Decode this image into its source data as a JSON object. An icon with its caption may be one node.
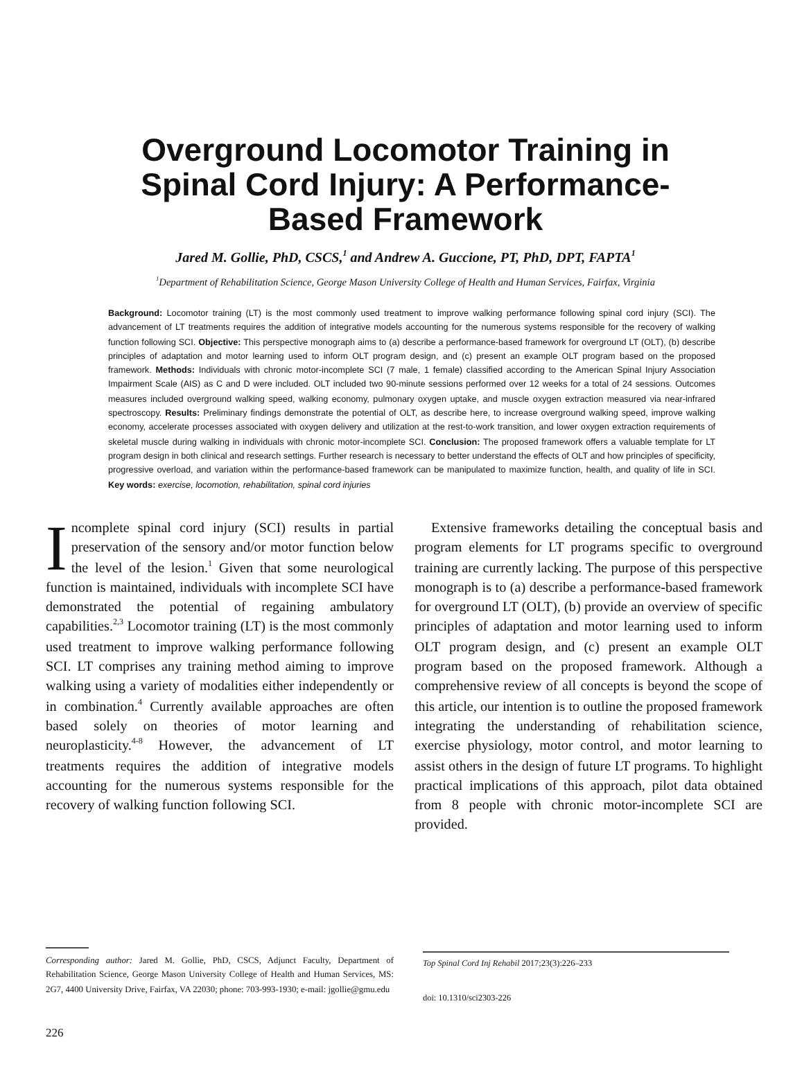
{
  "diagram": {
    "title": "Overground Locomotor Training in Spinal Cord Injury: A Performance-Based Framework",
    "labels": [
      "Jared M. Gollie, PhD, CSCS,$^{1}$ and Andrew A. Guccione, PT, PhD, DPT, FAPTA$^{1}$",
      "$^{1}$Department of Rehabilitation Science, George Mason University College of Health and Human Services, Fairfax, Virginia",
      "**Background:** Locomotor training (LT) is the most commonly used treatment to improve walking performance following spinal cord injury (SCI). The advancement of LT treatments requires the addition of integrative models accounting for the numerous systems responsible for the recovery of walking function following SCI. **Objective:** This perspective monograph aims to (a) describe a performance-based framework for overground LT (OLT), (b) describe principles of adaptation and motor learning used to inform OLT program design, and (c) present an example OLT program based on the proposed framework. **Methods:** Individuals with chronic motor-incomplete SCI (7 male, 1 female) classified according to the American Spinal Injury Association Impairment Scale (AIS) as C and D were included. OLT included two 90-minute sessions performed over 12 weeks for a total of 24 sessions. Outcomes measures included overground walking speed, walking economy, pulmonary oxygen uptake, and muscle oxygen extraction measured via near-infrared spectroscopy. **Results:** Preliminary findings demonstrate the potential of OLT, as describe here, to increase overground walking speed, improve walking economy, accelerate processes associated with oxygen delivery and utilization at the rest-to-work transition, and lower oxygen extraction requirements of skeletal muscle during walking in individuals with chronic motor-incomplete SCI. **Conclusion:** The proposed framework offers a valuable template for LT program design in both clinical and research settings. Further research is necessary to better understand the effects of OLT and how principles of specificity, progressive overload, and variation within the performance-based framework can be manipulated to maximize function, health, and quality of life in SCI. **Key words:** *exercise, locomotion, rehabilitation, spinal cord injuries*",
      "Incomplete spinal cord injury (SCI) results in partial preservation of the sensory and/or motor function below the level of the lesion.$^{1}$ Given that some neurological function is maintained, individuals with incomplete SCI have demonstrated the potential of regaining ambulatory capabilities.$^{2,3}$ Locomotor training (LT) is the most commonly used treatment to improve walking performance following SCI. LT comprises any training method aiming to improve walking using a variety of modalities either independently or in combination.$^{4}$ Currently available approaches are often based solely on theories of motor learning and neuroplasticity.$^{4-8}$ However, the advancement of LT treatments requires the addition of integrative models accounting for the numerous systems responsible for the recovery of walking function following SCI.",
      "Extensive frameworks detailing the conceptual basis and program elements for LT programs specific to overground training are currently lacking. The purpose of this perspective monograph is to (a) describe a performance-based framework for overground LT (OLT), (b) provide an overview of specific principles of adaptation and motor learning used to inform OLT program design, and (c) present an example OLT program based on the proposed framework. Although a comprehensive review of all concepts is beyond the scope of this article, our intention is to outline the proposed framework integrating the understanding of rehabilitation science, exercise physiology, motor control, and motor learning to assist others in the design of future LT programs. To highlight practical implications of this approach, pilot data obtained from 8 people with chronic motor-incomplete SCI are provided.",
      "*Corresponding author:* Jared M. Gollie, PhD, CSCS, Adjunct Faculty, Department of Rehabilitation Science, George Mason University College of Health and Human Services, MS: 2G7, 4400 University Drive, Fairfax, VA 22030; phone: 703-993-1930; e-mail: jgollie@gmu.edu",
      "226",
      "*Top Spinal Cord Inj Rehabil* 2017;23(3):226–233",
      "doi: 10.1310/sci2303-226"
    ]
  }
}
